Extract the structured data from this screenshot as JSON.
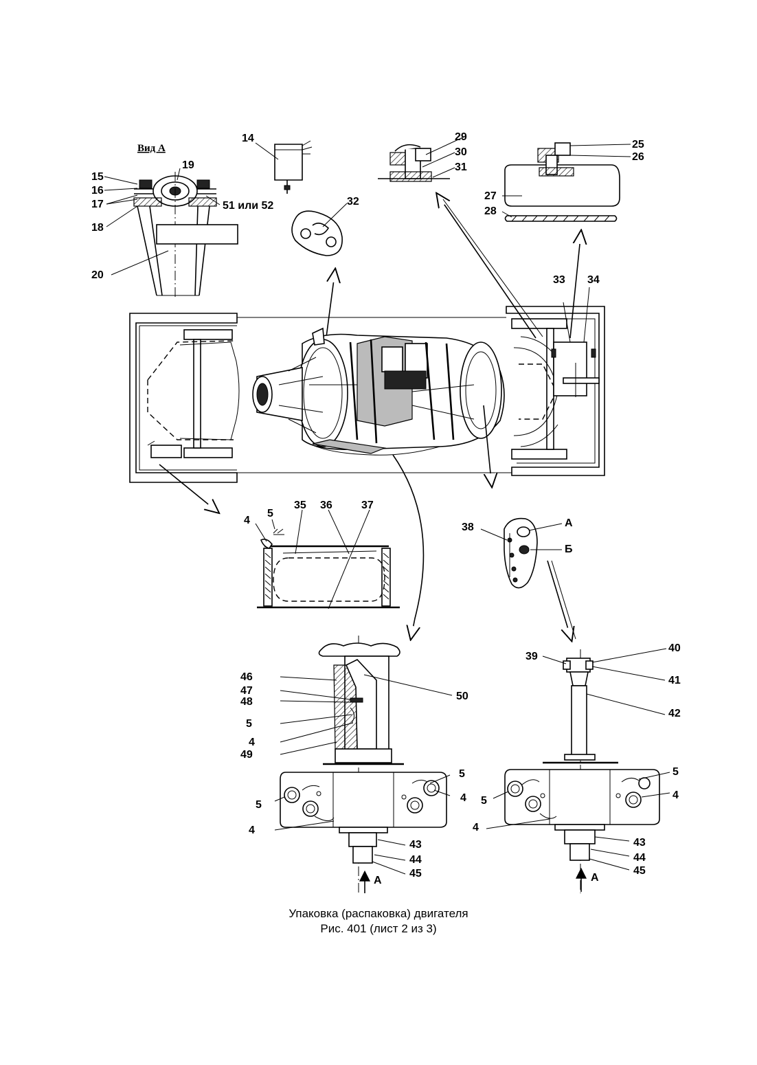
{
  "caption": {
    "line1": "Упаковка (распаковка) двигателя",
    "line2": "Рис. 401 (лист 2 из 3)"
  },
  "view_title": "Вид А",
  "view_a": {
    "part_14": "14",
    "or_text": "51 или 52"
  },
  "labels": {
    "l15": "15",
    "l16": "16",
    "l17": "17",
    "l18": "18",
    "l19": "19",
    "l20": "20",
    "l14": "14",
    "l29": "29",
    "l30": "30",
    "l31": "31",
    "l25": "25",
    "l26": "26",
    "l27": "27",
    "l28": "28",
    "l32": "32",
    "l33": "33",
    "l34": "34",
    "l4a": "4",
    "l5a": "5",
    "l35": "35",
    "l36": "36",
    "l37": "37",
    "l38": "38",
    "lA": "А",
    "lB": "Б",
    "l46": "46",
    "l47": "47",
    "l48": "48",
    "l5b": "5",
    "l4b": "4",
    "l49": "49",
    "l50": "50",
    "l5c": "5",
    "l5d": "5",
    "l4c": "4",
    "l4d": "4",
    "l43a": "43",
    "l44a": "44",
    "l45a": "45",
    "lAa": "А",
    "l39": "39",
    "l40": "40",
    "l41": "41",
    "l42": "42",
    "l5e": "5",
    "l5f": "5",
    "l4e": "4",
    "l4f": "4",
    "l43b": "43",
    "l44b": "44",
    "l45b": "45",
    "lAb": "А"
  }
}
